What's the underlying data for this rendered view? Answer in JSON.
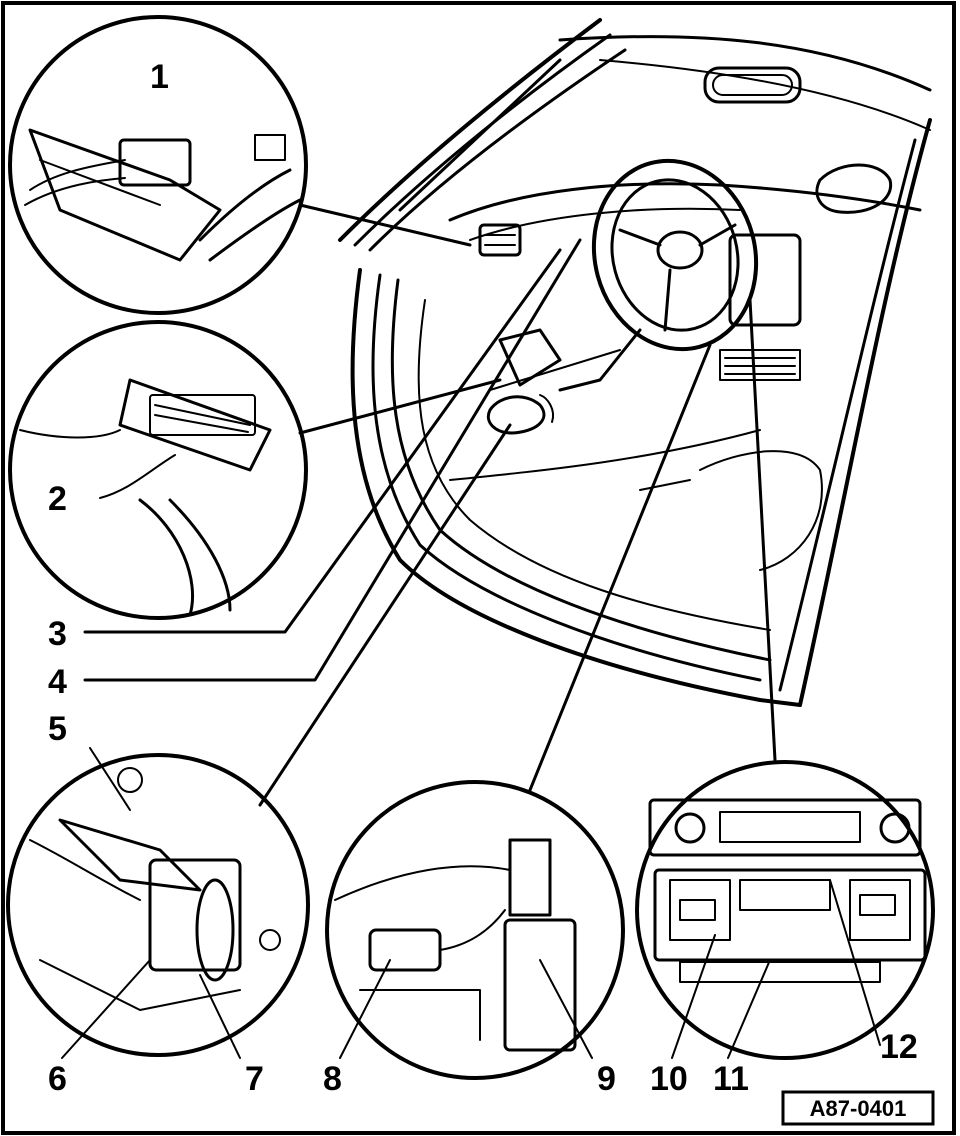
{
  "labels": [
    "1",
    "2",
    "3",
    "4",
    "5",
    "6",
    "7",
    "8",
    "9",
    "10",
    "11",
    "12"
  ],
  "reference_code": "A87-0401",
  "colors": {
    "ink": "#000000",
    "paper": "#ffffff"
  }
}
